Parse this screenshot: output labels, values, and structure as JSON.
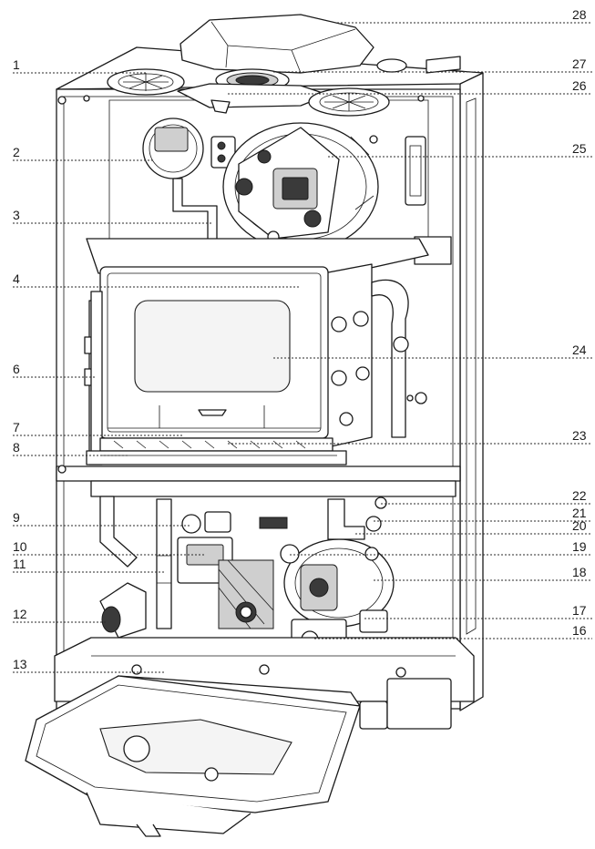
{
  "diagram": {
    "callouts": [
      {
        "id": "1",
        "label": "1"
      },
      {
        "id": "2",
        "label": "2"
      },
      {
        "id": "3",
        "label": "3"
      },
      {
        "id": "4",
        "label": "4"
      },
      {
        "id": "6",
        "label": "6"
      },
      {
        "id": "7",
        "label": "7"
      },
      {
        "id": "8",
        "label": "8"
      },
      {
        "id": "9",
        "label": "9"
      },
      {
        "id": "10",
        "label": "10"
      },
      {
        "id": "11",
        "label": "11"
      },
      {
        "id": "12",
        "label": "12"
      },
      {
        "id": "13",
        "label": "13"
      },
      {
        "id": "16",
        "label": "16"
      },
      {
        "id": "17",
        "label": "17"
      },
      {
        "id": "18",
        "label": "18"
      },
      {
        "id": "19",
        "label": "19"
      },
      {
        "id": "20",
        "label": "20"
      },
      {
        "id": "21",
        "label": "21"
      },
      {
        "id": "22",
        "label": "22"
      },
      {
        "id": "23",
        "label": "23"
      },
      {
        "id": "24",
        "label": "24"
      },
      {
        "id": "25",
        "label": "25"
      },
      {
        "id": "26",
        "label": "26"
      },
      {
        "id": "27",
        "label": "27"
      },
      {
        "id": "28",
        "label": "28"
      }
    ]
  }
}
